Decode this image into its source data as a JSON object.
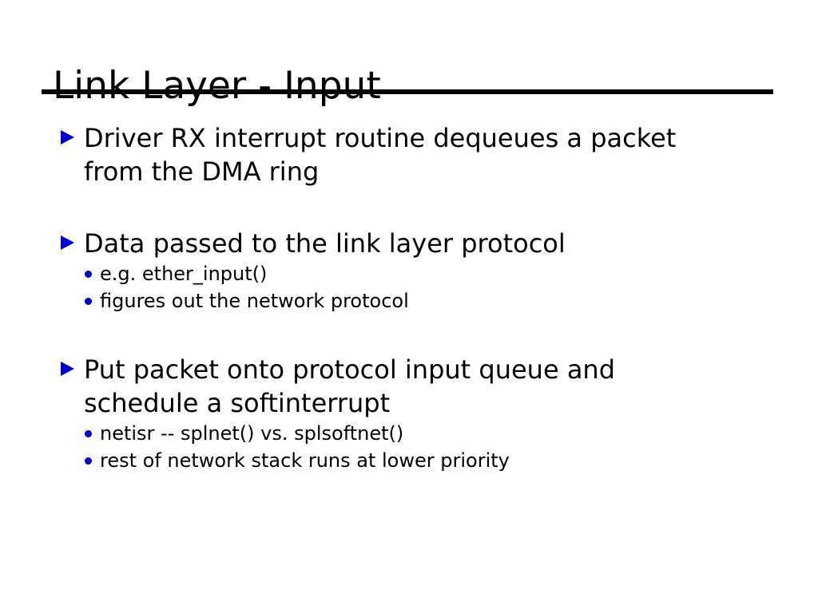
{
  "slide": {
    "title": "Link Layer - Input",
    "accent_color": "#0000CC",
    "text_color": "#000000",
    "background_color": "#ffffff",
    "rule_color": "#000000",
    "markers": {
      "level1": "triangle-right-icon",
      "level2": "bullet-dot-icon"
    },
    "bullets": [
      {
        "level": 1,
        "text": "Driver RX interrupt routine dequeues a packet from the DMA ring",
        "children": []
      },
      {
        "level": 1,
        "text": "Data passed to the link layer protocol",
        "children": [
          {
            "level": 2,
            "text": "e.g. ether_input()"
          },
          {
            "level": 2,
            "text": "figures out the network protocol"
          }
        ]
      },
      {
        "level": 1,
        "text": "Put packet onto protocol input queue and schedule a softinterrupt",
        "children": [
          {
            "level": 2,
            "text": "netisr -- splnet() vs. splsoftnet()"
          },
          {
            "level": 2,
            "text": "rest of network stack runs at lower priority"
          }
        ]
      }
    ]
  }
}
